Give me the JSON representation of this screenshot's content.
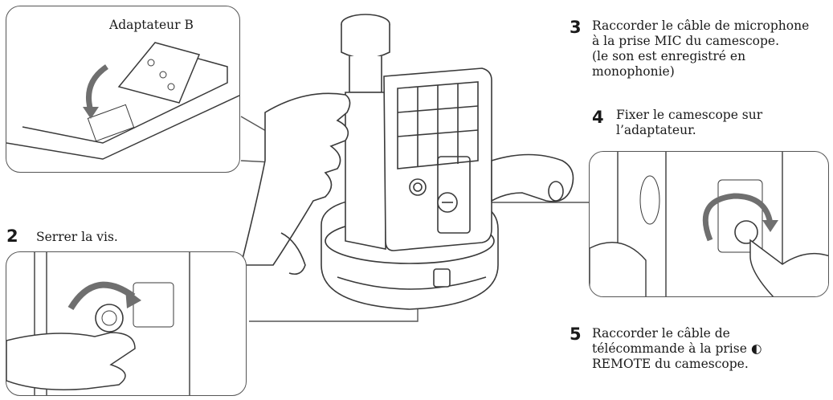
{
  "adapter_label": "Adaptateur B",
  "steps": [
    {
      "number": "2",
      "lines": [
        "Serrer la vis."
      ]
    },
    {
      "number": "3",
      "lines": [
        "Raccorder le câble de microphone",
        "à la prise MIC du camescope.",
        "(le son est enregistré en",
        "monophonie)"
      ]
    },
    {
      "number": "4",
      "lines": [
        "Fixer le camescope sur",
        "l’adaptateur."
      ]
    },
    {
      "number": "5",
      "lines": [
        "Raccorder le câble de",
        "télécommande à la prise",
        "REMOTE du camescope."
      ],
      "icon_glyph": "◐"
    }
  ],
  "colors": {
    "arrow": "#6f6f6f",
    "outline": "#3a3a3a",
    "box_border": "#555555"
  }
}
